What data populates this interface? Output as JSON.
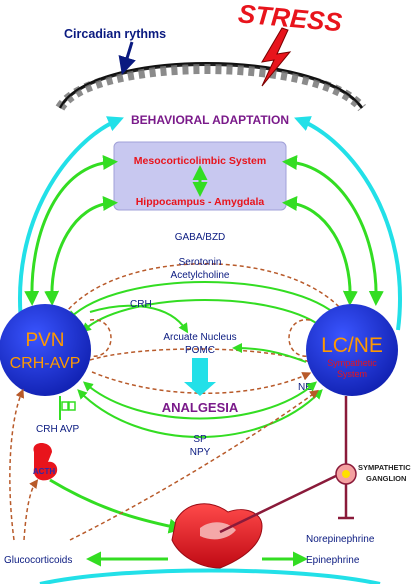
{
  "top": {
    "circadian": "Circadian rythms",
    "stress": "STRESS",
    "behavioral": "BEHAVIORAL ADAPTATION"
  },
  "limbic_box": {
    "line1": "Mesocorticolimbic System",
    "line2": "Hippocampus - Amygdala"
  },
  "middle": {
    "gaba": "GABA/BZD",
    "serotonin": "Serotonin",
    "acetylcholine": "Acetylcholine",
    "crh": "CRH",
    "arcuate": "Arcuate Nucleus",
    "pomc": "POMC",
    "analgesia": "ANALGESIA",
    "ne": "NE",
    "sp": "SP",
    "npy": "NPY"
  },
  "pvn": {
    "line1": "PVN",
    "line2": "CRH-AVP"
  },
  "lcne": {
    "line1": "LC/NE",
    "line2": "Sympathetic",
    "line3": "System"
  },
  "lower": {
    "crh_avp": "CRH AVP",
    "acth": "ACTH",
    "sympathetic_line1": "SYMPATHETIC",
    "sympathetic_line2": "GANGLION",
    "norepinephrine": "Norepinephrine",
    "glucocorticoids": "Glucocorticoids",
    "epinephrine": "Epinephrine"
  },
  "colors": {
    "green": "#33dd22",
    "cyan": "#22e0e8",
    "blue_node": "#1c2fd8",
    "orange_text": "#ff9900",
    "red": "#e8141c",
    "purple": "#7a1a8a",
    "dashed_brown": "#b85a2a",
    "box_fill": "#c8c8f0"
  }
}
